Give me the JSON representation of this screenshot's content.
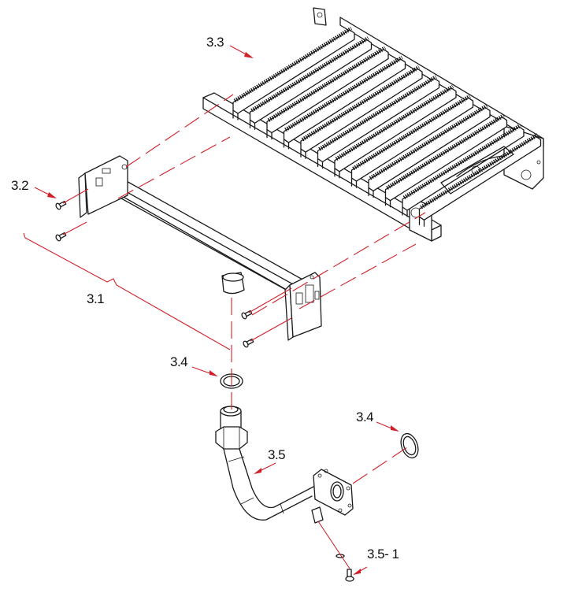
{
  "diagram": {
    "type": "exploded-parts-diagram",
    "subject": "Burner assembly with manifold and gas pipe",
    "accent_color": "#d0202a",
    "line_color": "#1a1a1a",
    "callouts": [
      {
        "id": "c33",
        "label": "3.3",
        "part": "burner-bar-array"
      },
      {
        "id": "c32",
        "label": "3.2",
        "part": "manifold-screw"
      },
      {
        "id": "c31",
        "label": "3.1",
        "part": "gas-manifold"
      },
      {
        "id": "c34a",
        "label": "3.4",
        "part": "seal-ring-upper"
      },
      {
        "id": "c34b",
        "label": "3.4",
        "part": "seal-ring-flange"
      },
      {
        "id": "c35",
        "label": "3.5",
        "part": "gas-pipe"
      },
      {
        "id": "c351",
        "label": "3.5- 1",
        "part": "test-point-screw"
      }
    ],
    "burner_bar_count": 12
  }
}
